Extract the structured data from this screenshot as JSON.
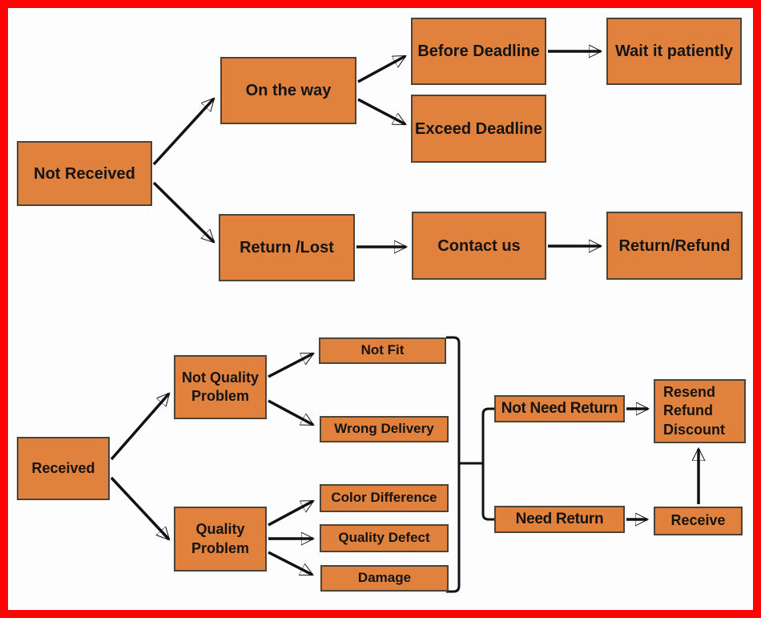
{
  "colors": {
    "frame": "#fb0505",
    "box_fill": "#e0813e",
    "box_border": "#4c4438",
    "line": "#111111",
    "background": "#fdfdfd",
    "text": "#141414"
  },
  "nodes": [
    {
      "id": "not-received",
      "label": "Not Received"
    },
    {
      "id": "on-the-way",
      "label": "On the way"
    },
    {
      "id": "return-lost",
      "label": "Return /Lost"
    },
    {
      "id": "before-deadline",
      "label": "Before Deadline"
    },
    {
      "id": "wait-it-patiently",
      "label": "Wait it patiently"
    },
    {
      "id": "exceed-deadline",
      "label": "Exceed Deadline"
    },
    {
      "id": "contact-us",
      "label": "Contact us"
    },
    {
      "id": "return-refund",
      "label": "Return/Refund"
    },
    {
      "id": "received",
      "label": "Received"
    },
    {
      "id": "not-quality-problem",
      "label": "Not Quality\nProblem"
    },
    {
      "id": "quality-problem",
      "label": "Quality\nProblem"
    },
    {
      "id": "not-fit",
      "label": "Not Fit"
    },
    {
      "id": "wrong-delivery",
      "label": "Wrong Delivery"
    },
    {
      "id": "color-difference",
      "label": "Color Difference"
    },
    {
      "id": "quality-defect",
      "label": "Quality Defect"
    },
    {
      "id": "damage",
      "label": "Damage"
    },
    {
      "id": "not-need-return",
      "label": "Not Need Return"
    },
    {
      "id": "need-return",
      "label": "Need Return"
    },
    {
      "id": "resend-refund-discount",
      "label": "Resend\nRefund\nDiscount"
    },
    {
      "id": "receive",
      "label": "Receive"
    }
  ],
  "edges": [
    {
      "from": "not-received",
      "to": "on-the-way"
    },
    {
      "from": "not-received",
      "to": "return-lost"
    },
    {
      "from": "on-the-way",
      "to": "before-deadline"
    },
    {
      "from": "on-the-way",
      "to": "exceed-deadline"
    },
    {
      "from": "before-deadline",
      "to": "wait-it-patiently"
    },
    {
      "from": "return-lost",
      "to": "contact-us"
    },
    {
      "from": "contact-us",
      "to": "return-refund"
    },
    {
      "from": "received",
      "to": "not-quality-problem"
    },
    {
      "from": "received",
      "to": "quality-problem"
    },
    {
      "from": "not-quality-problem",
      "to": "not-fit"
    },
    {
      "from": "not-quality-problem",
      "to": "wrong-delivery"
    },
    {
      "from": "quality-problem",
      "to": "color-difference"
    },
    {
      "from": "quality-problem",
      "to": "quality-defect"
    },
    {
      "from": "quality-problem",
      "to": "damage"
    },
    {
      "from": "not-need-return",
      "to": "resend-refund-discount"
    },
    {
      "from": "need-return",
      "to": "receive"
    },
    {
      "from": "receive",
      "to": "resend-refund-discount"
    }
  ],
  "merge_bracket": {
    "group": [
      "not-fit",
      "wrong-delivery",
      "color-difference",
      "quality-defect",
      "damage"
    ],
    "branches_to": [
      "not-need-return",
      "need-return"
    ]
  }
}
